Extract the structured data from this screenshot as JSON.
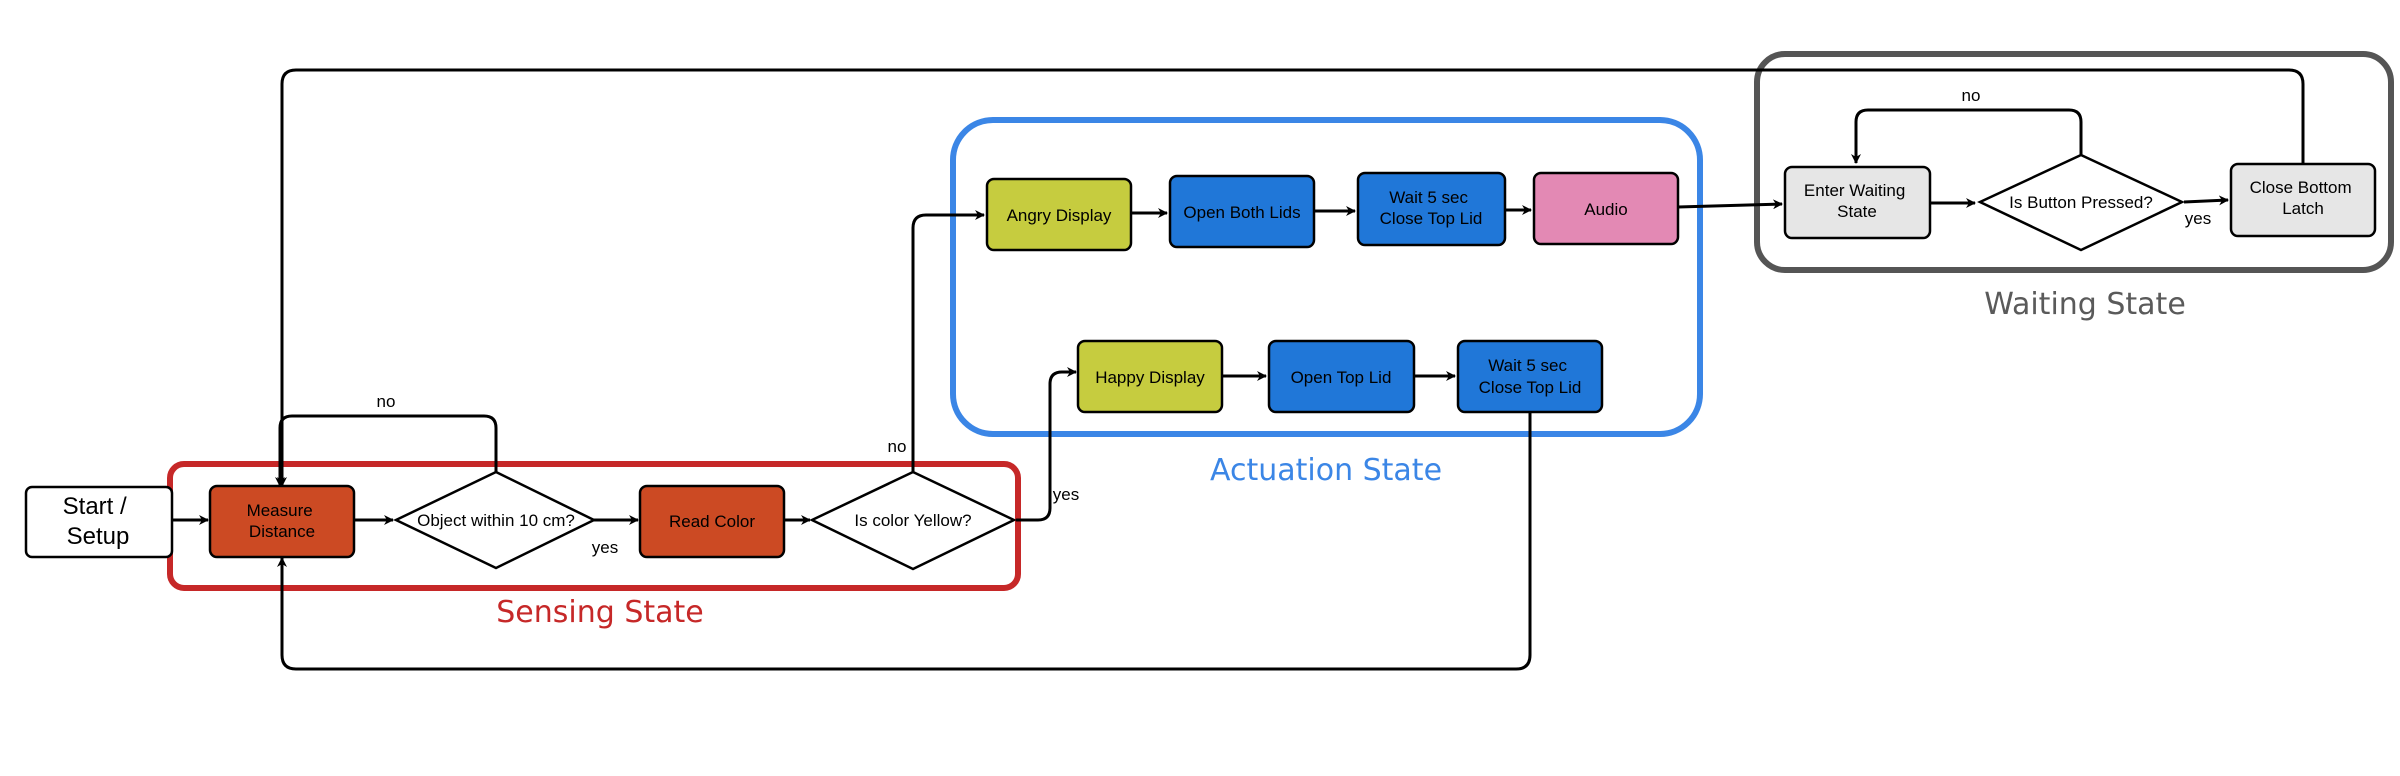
{
  "colors": {
    "sensing": "#c62828",
    "actuation": "#3b86e6",
    "waiting": "#555555",
    "sensing_node": "#cc4a23",
    "olive_node": "#c6cc3f",
    "blue_node": "#2077d8",
    "pink_node": "#e389b4",
    "grey_node": "#e6e6e6"
  },
  "groups": {
    "sensing": "Sensing State",
    "actuation": "Actuation State",
    "waiting": "Waiting State"
  },
  "nodes": {
    "start": [
      "Start /",
      "Setup"
    ],
    "measure": [
      "Measure",
      "Distance"
    ],
    "object_check": [
      "Object within 10 cm?"
    ],
    "read_color": [
      "Read Color"
    ],
    "color_check": [
      "Is color Yellow?"
    ],
    "angry": [
      "Angry Display"
    ],
    "open_both": [
      "Open Both Lids"
    ],
    "wait_top_1": [
      "Wait 5 sec",
      "Close Top Lid"
    ],
    "audio": [
      "Audio"
    ],
    "happy": [
      "Happy Display"
    ],
    "open_top": [
      "Open Top Lid"
    ],
    "wait_top_2": [
      "Wait 5 sec",
      "Close Top Lid"
    ],
    "enter_wait": [
      "Enter Waiting",
      "State"
    ],
    "button_check": [
      "Is Button Pressed?"
    ],
    "close_latch": [
      "Close Bottom",
      "Latch"
    ]
  },
  "edges": {
    "no": "no",
    "yes": "yes"
  }
}
